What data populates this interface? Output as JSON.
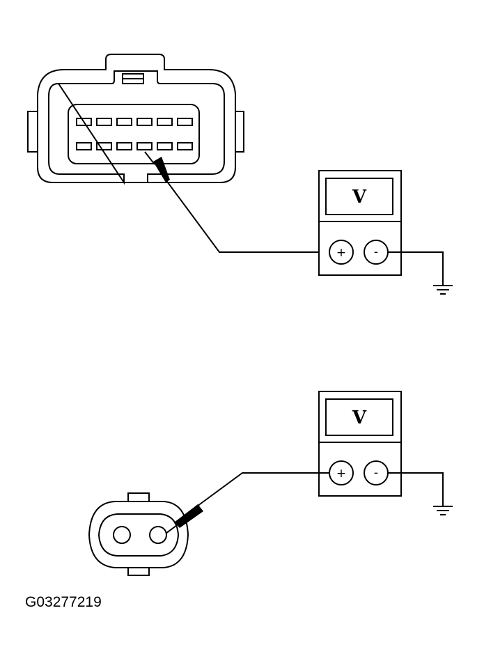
{
  "figure_id": "G03277219",
  "meters": [
    {
      "display": "V",
      "plus": "+",
      "minus": "-"
    },
    {
      "display": "V",
      "plus": "+",
      "minus": "-"
    }
  ]
}
